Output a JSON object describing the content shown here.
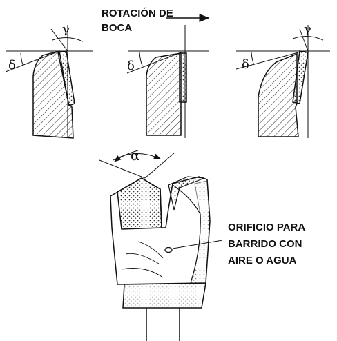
{
  "rotation_label": {
    "line1": "ROTACIÓN DE",
    "line2": "BOCA"
  },
  "angle_symbols": {
    "rake": "γ",
    "clearance": "δ",
    "bit_angle": "α"
  },
  "callout": {
    "line1": "ORIFICIO PARA",
    "line2": "BARRIDO CON",
    "line3": "AIRE O AGUA"
  },
  "colors": {
    "ink": "#111111",
    "background": "#ffffff"
  }
}
